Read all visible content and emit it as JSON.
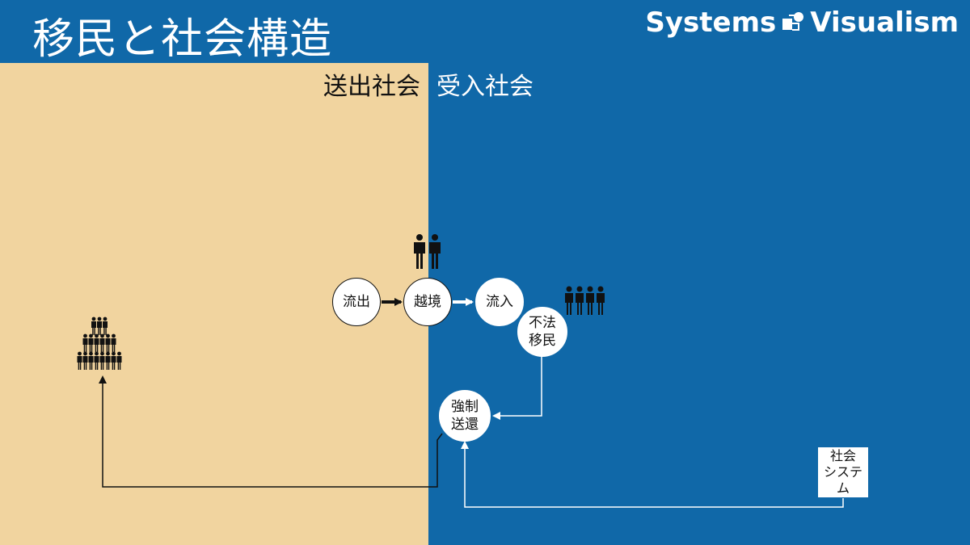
{
  "header": {
    "title": "移民と社会構造",
    "brand": "Systems",
    "brand_suffix": "Visualism"
  },
  "sections": {
    "sending": "送出社会",
    "receiving": "受入社会"
  },
  "nodes": {
    "outflow": "流出",
    "border_crossing": "越境",
    "inflow": "流入",
    "illegal_immigrants": "不法\n移民",
    "deportation": "強制\n送還",
    "social_system": "社会\nシステム"
  },
  "icons": {
    "pair": "two-people-icon",
    "group": "four-people-icon",
    "crowd": "people-pyramid-icon"
  },
  "colors": {
    "sending_bg": "#f1d49f",
    "receiving_bg": "#1068a8",
    "header_bg": "#1068a8",
    "node_fill": "#ffffff",
    "arrow_dark": "#111111",
    "arrow_light": "#ffffff"
  }
}
